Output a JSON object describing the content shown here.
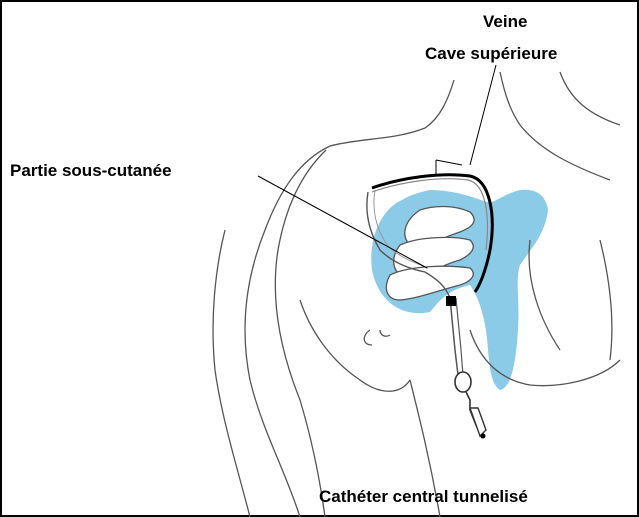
{
  "labels": {
    "veine": "Veine",
    "cave": "Cave supérieure",
    "partie": "Partie sous-cutanée",
    "catheter": "Cathéter central tunnelisé"
  },
  "colors": {
    "highlight": "#8ccbe8",
    "line": "#000000",
    "outline": "#555555"
  }
}
